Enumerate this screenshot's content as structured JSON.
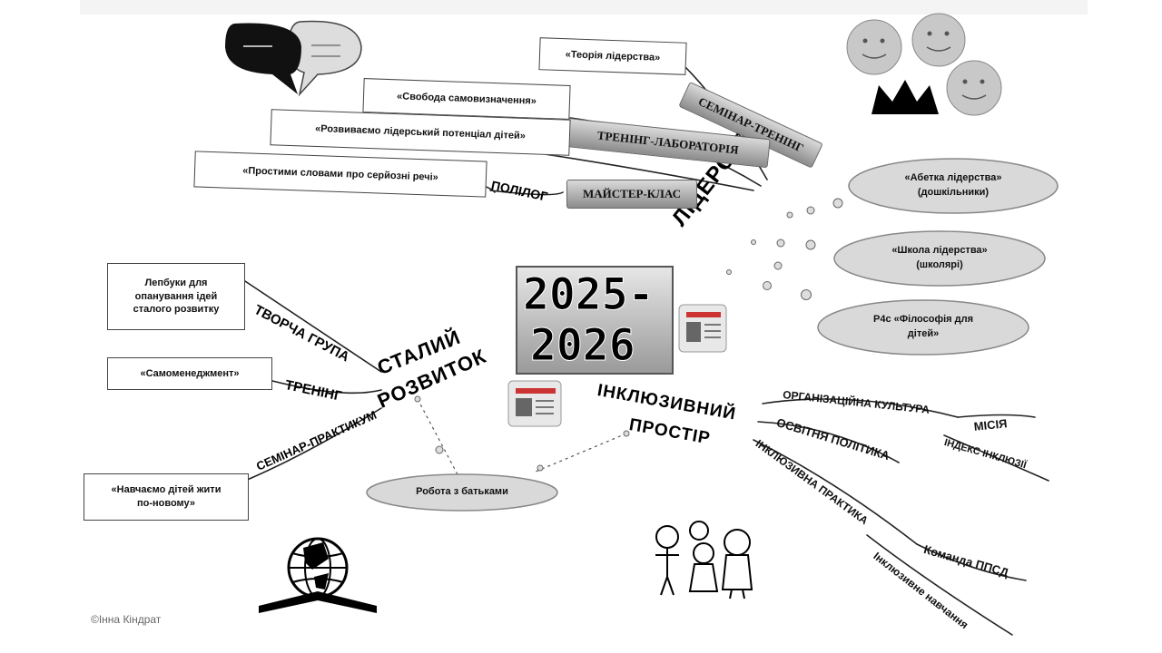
{
  "center": {
    "year_top": "2025-",
    "year_bottom": "2026"
  },
  "branches": {
    "leadership": "ЛІДЕРСТВО",
    "sustainable_line1": "СТАЛИЙ",
    "sustainable_line2": "РОЗВИТОК",
    "inclusive_line1": "ІНКЛЮЗИВНИЙ",
    "inclusive_line2": "ПРОСТІР"
  },
  "leadership": {
    "seminar_training": "СЕМІНАР-ТРЕНІНГ",
    "training_lab": "ТРЕНІНГ-ЛАБОРАТОРІЯ",
    "master_class": "МАЙСТЕР-КЛАС",
    "polylog": "ПОЛІЛОГ",
    "theory": "«Теорія лідерства»",
    "freedom": "«Свобода самовизначення»",
    "potential": "«Розвиваємо лідерський потенціал дітей»",
    "simple_words": "«Простими словами про серйозні речі»",
    "cloud1_a": "«Абетка лідерства»",
    "cloud1_b": "(дошкільники)",
    "cloud2_a": "«Школа лідерства»",
    "cloud2_b": "(школярі)",
    "cloud3_a": "P4c «Філософія для",
    "cloud3_b": "дітей»"
  },
  "sustainable": {
    "creative_group": "ТВОРЧА ГРУПА",
    "training": "ТРЕНІНГ",
    "seminar_practicum": "СЕМІНАР-ПРАКТИКУМ",
    "lapbooks_1": "Лепбуки для",
    "lapbooks_2": "опанування ідей",
    "lapbooks_3": "сталого розвитку",
    "self_management": "«Самоменеджмент»",
    "teach_1": "«Навчаємо дітей жити",
    "teach_2": "по-новому»"
  },
  "parents_cloud": "Робота з батьками",
  "inclusive": {
    "org_culture": "ОРГАНІЗАЦІЙНА КУЛЬТУРА",
    "mission": "МІСІЯ",
    "inclusion_index": "ІНДЕКС ІНКЛЮЗІЇ",
    "edu_policy": "ОСВІТНЯ ПОЛІТИКА",
    "inclusive_practice": "ІНКЛЮЗИВНА ПРАКТИКА",
    "ppsd_team": "Команда ППСД",
    "inclusive_learning": "Інклюзивне навчання"
  },
  "credit": "©Інна Кіндрат",
  "icons": [
    "speech-bubbles-icon",
    "smiley-faces-icon",
    "crown-icon",
    "newspaper-icon",
    "globe-book-icon",
    "children-icon"
  ]
}
